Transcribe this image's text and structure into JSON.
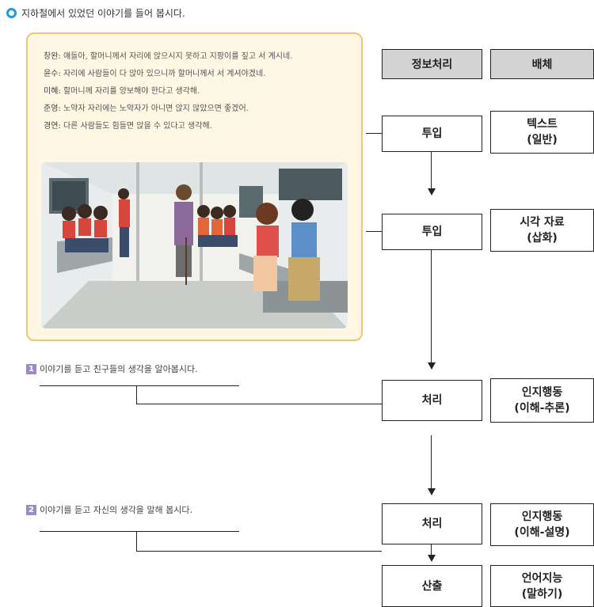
{
  "heading": "지하철에서 있었던 이야기를 들어 봅시다.",
  "dialogue": [
    {
      "speaker": "창완:",
      "text": "얘들아, 할머니께서 자리에 앉으시지 못하고 지팡이를 짚고 서 계시네."
    },
    {
      "speaker": "윤수:",
      "text": "자리에 사람들이 다 앉아 있으니까 할머니께서 서 계셔야겠네."
    },
    {
      "speaker": "미혜:",
      "text": "할머니께 자리를 양보해야 한다고 생각해."
    },
    {
      "speaker": "준영:",
      "text": "노약자 자리에는 노약자가 아니면 앉지 않았으면 좋겠어."
    },
    {
      "speaker": "경연:",
      "text": "다른 사람들도 힘들면 앉을 수 있다고 생각해."
    }
  ],
  "questions": [
    {
      "num": "1",
      "text": "이야기를 듣고 친구들의 생각을 알아봅시다."
    },
    {
      "num": "2",
      "text": "이야기를 듣고 자신의 생각을 말해 봅시다."
    }
  ],
  "flow": {
    "header": {
      "left": "정보처리",
      "right": "배체"
    },
    "rows": [
      {
        "process": "투입",
        "media_line1": "텍스트",
        "media_line2": "(일반)"
      },
      {
        "process": "투입",
        "media_line1": "시각 자료",
        "media_line2": "(삽화)"
      },
      {
        "process": "처리",
        "media_line1": "인지행동",
        "media_line2": "(이해-추론)"
      },
      {
        "process": "처리",
        "media_line1": "인지행동",
        "media_line2": "(이해-설명)"
      },
      {
        "process": "산출",
        "media_line1": "언어지능",
        "media_line2": "(말하기)"
      }
    ]
  },
  "colors": {
    "accent_blue": "#1f9bd6",
    "panel_bg": "#fff6e4",
    "panel_border": "#f0c675",
    "question_badge": "#9b8ac4",
    "header_gray": "#d3d3d3"
  }
}
